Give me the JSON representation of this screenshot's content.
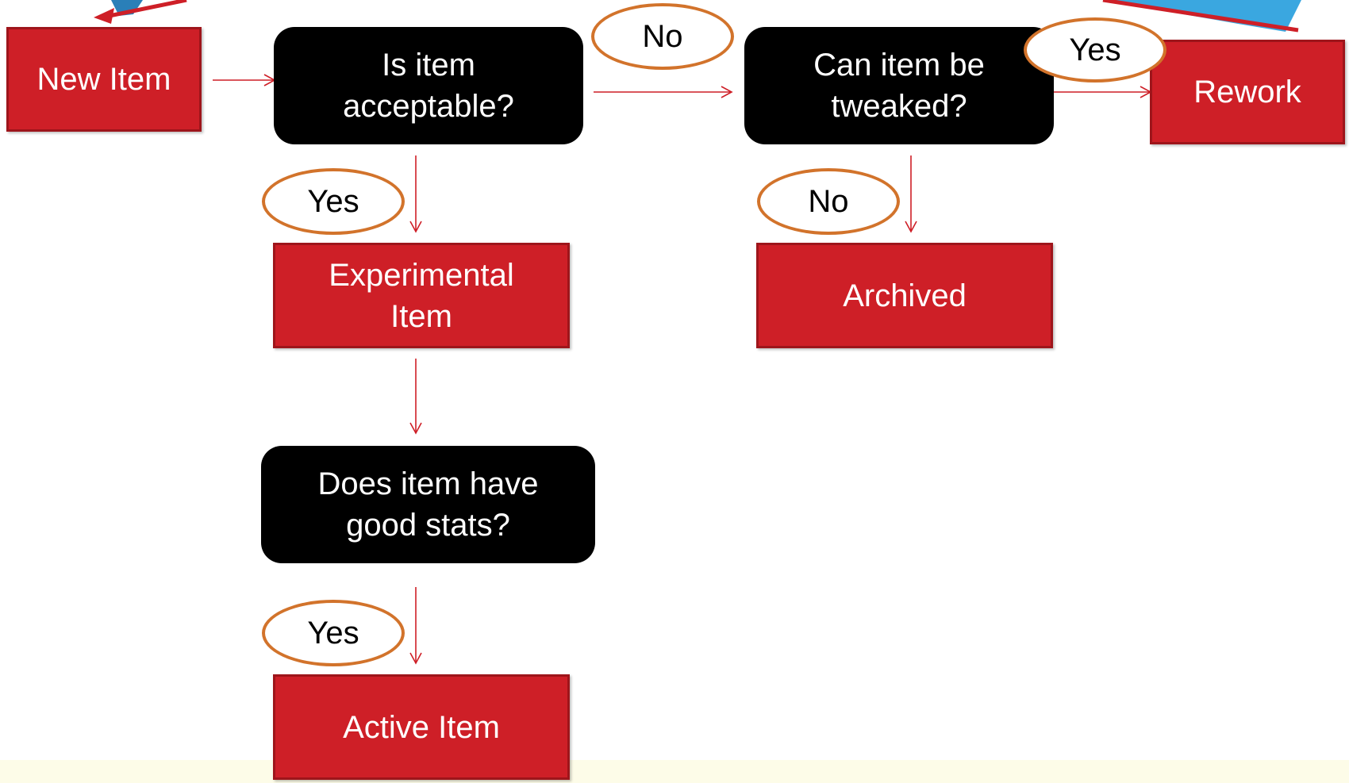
{
  "colors": {
    "process_fill": "#ce1f27",
    "decision_fill": "#000000",
    "oval_stroke": "#d2732b",
    "connector": "#ce1f27",
    "decoration_blue": "#3aa7e0"
  },
  "nodes": {
    "new_item": "New Item",
    "is_acceptable": "Is item\nacceptable?",
    "can_tweak": "Can item be\ntweaked?",
    "rework": "Rework",
    "experimental": "Experimental\nItem",
    "archived": "Archived",
    "good_stats": "Does item have\ngood stats?",
    "active": "Active Item"
  },
  "labels": {
    "no_top": "No",
    "yes_rework": "Yes",
    "yes_experimental": "Yes",
    "no_archived": "No",
    "yes_active": "Yes"
  }
}
